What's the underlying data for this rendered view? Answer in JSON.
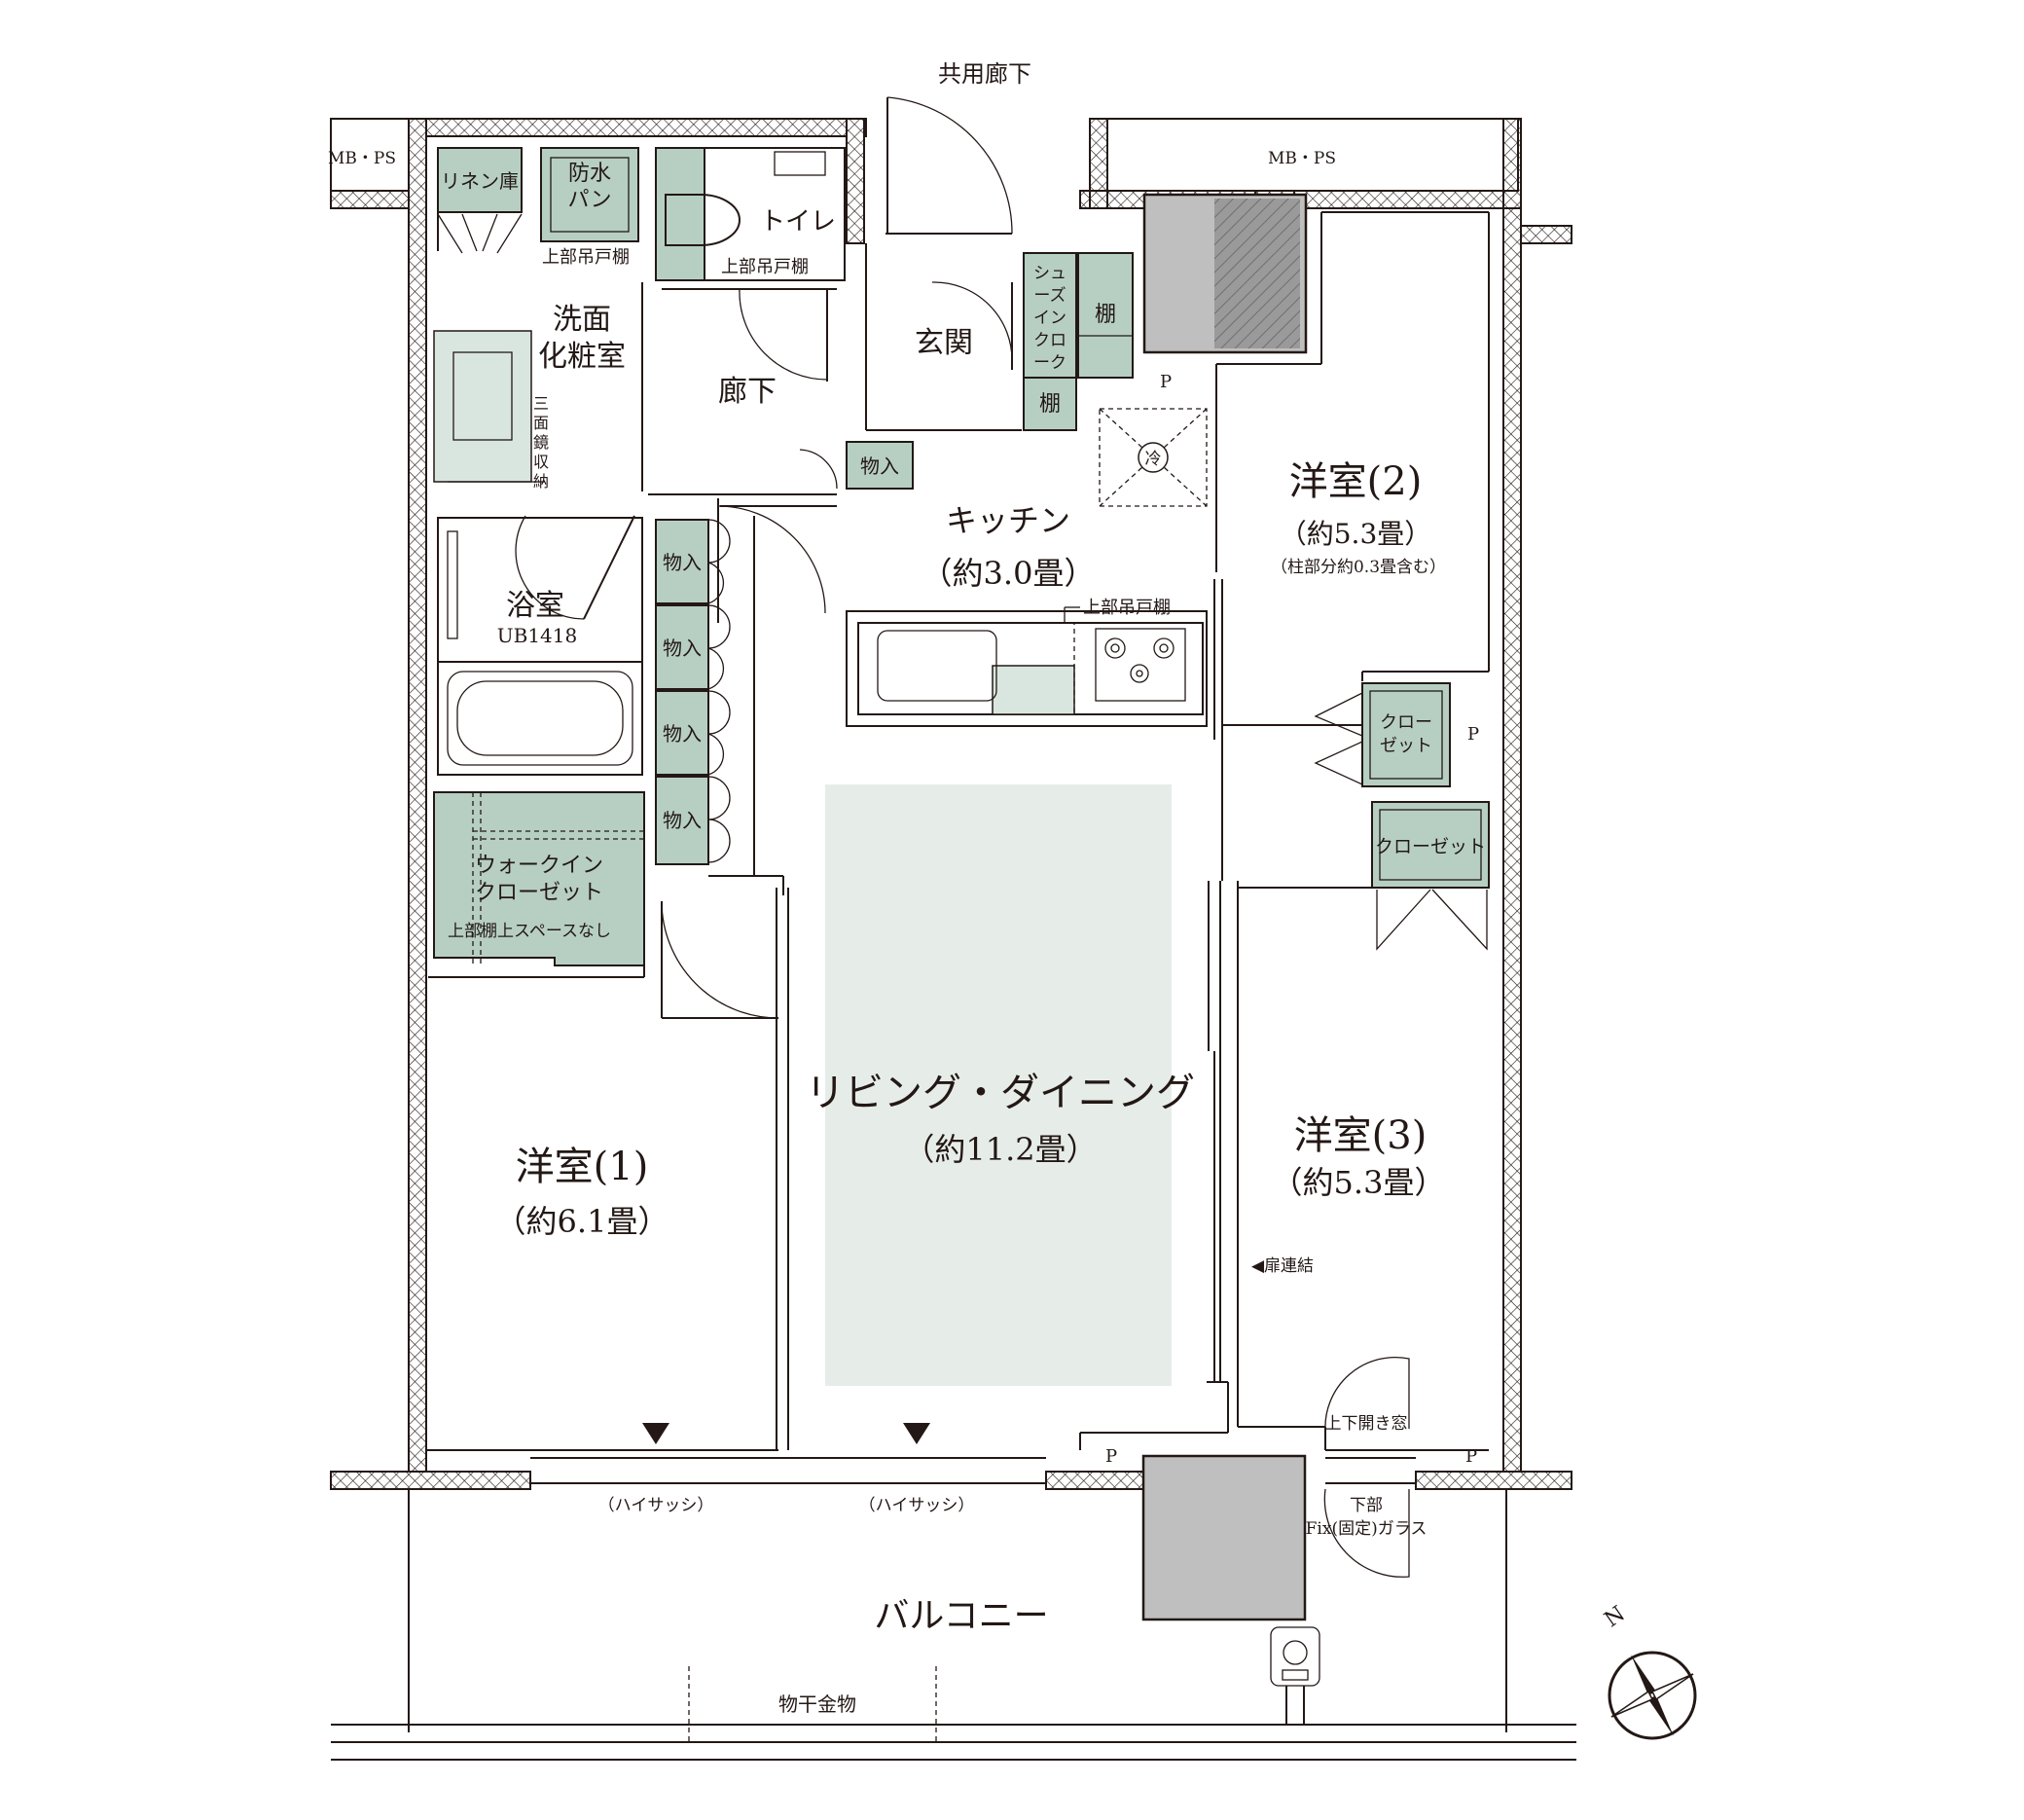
{
  "rooms": {
    "common_corridor": "共用廊下",
    "mb_ps_left": "MB・PS",
    "mb_ps_right": "MB・PS",
    "linen": "リネン庫",
    "waterproof_pan": [
      "防水",
      "パン"
    ],
    "toilet": "トイレ",
    "upper_cabinet_1": "上部吊戸棚",
    "upper_cabinet_2": "上部吊戸棚",
    "washroom": [
      "洗面",
      "化粧室"
    ],
    "mirror_storage": [
      "三",
      "面",
      "鏡",
      "収",
      "納"
    ],
    "hallway": "廊下",
    "entrance": "玄関",
    "shoe_closet": [
      "シュ",
      "ーズ",
      "イン",
      "クロ",
      "ーク"
    ],
    "shelf_1": "棚",
    "shelf_2": "棚",
    "storage_small": "物入",
    "kitchen": {
      "name": "キッチン",
      "size": "（約3.0畳）"
    },
    "kitchen_upper_cabinet": "上部吊戸棚",
    "bath": {
      "name": "浴室",
      "code": "UB1418"
    },
    "storage_1": "物入",
    "storage_2": "物入",
    "storage_3": "物入",
    "storage_4": "物入",
    "walk_in_closet": [
      "ウォークイン",
      "クローゼット"
    ],
    "walk_in_note": "上部棚上スペースなし",
    "western_2": {
      "name": "洋室(2)",
      "size": "（約5.3畳）",
      "note": "（柱部分約0.3畳含む）"
    },
    "closet_a": [
      "クロー",
      "ゼット"
    ],
    "closet_b": "クローゼット",
    "ldk": {
      "name": "リビング・ダイニング",
      "size": "（約11.2畳）"
    },
    "western_1": {
      "name": "洋室(1)",
      "size": "（約6.1畳）"
    },
    "western_3": {
      "name": "洋室(3)",
      "size": "（約5.3畳）"
    },
    "door_link": "◀扉連結",
    "up_down_window": "上下開き窓",
    "lower_fix_glass": [
      "下部",
      "Fix(固定)ガラス"
    ],
    "high_sash_1": "（ハイサッシ）",
    "high_sash_2": "（ハイサッシ）",
    "balcony": "バルコニー",
    "clothes_hanger": "物干金物",
    "fridge": "冷",
    "p_marks": [
      "P",
      "P",
      "P",
      "P"
    ],
    "north": "N"
  }
}
